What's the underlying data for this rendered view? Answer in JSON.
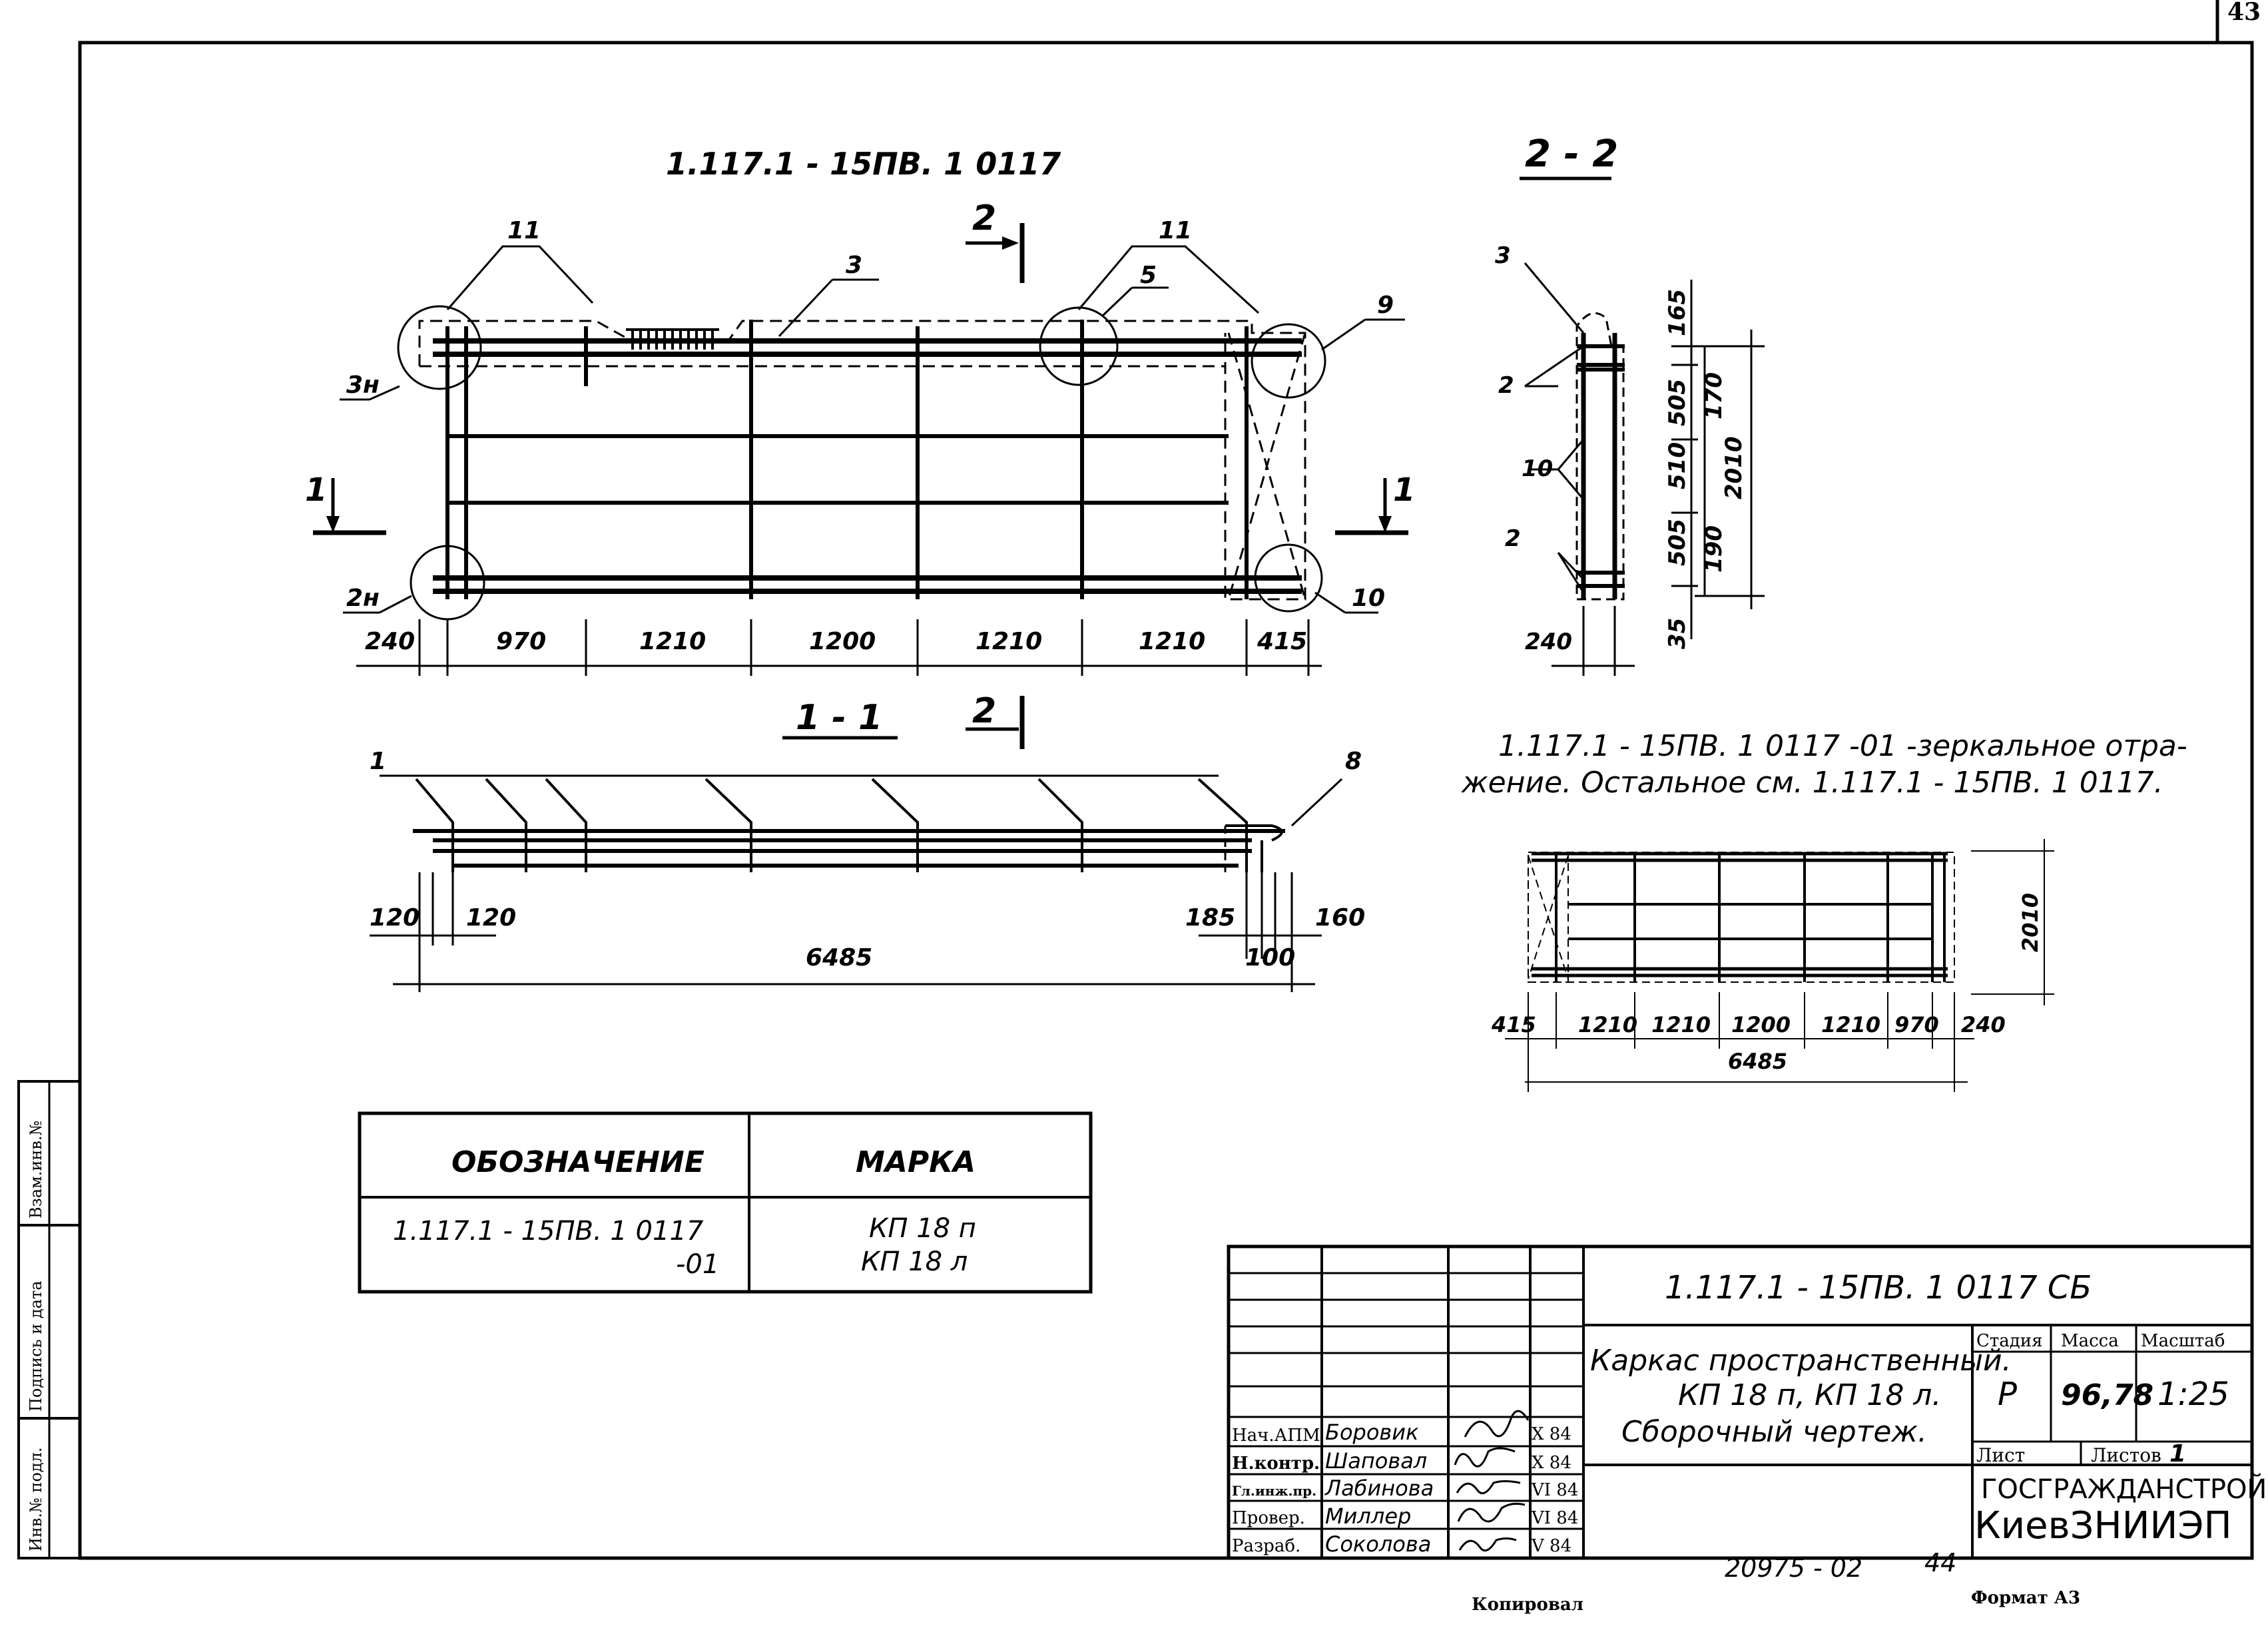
{
  "page_number": "43",
  "top_title": "1.117.1 - 15ПВ. 1 0117",
  "section_2_2_title": "2 - 2",
  "section_1_1_title": "1 - 1",
  "cut_marks": {
    "two": "2",
    "one": "1"
  },
  "plan": {
    "callouts": {
      "c11a": "11",
      "c11b": "11",
      "c3": "3",
      "c5": "5",
      "c9": "9",
      "c3n": "3н",
      "c2n": "2н",
      "c10": "10"
    },
    "dims": [
      "240",
      "970",
      "1210",
      "1200",
      "1210",
      "1210",
      "415"
    ]
  },
  "elevation": {
    "callouts": {
      "c1": "1",
      "c8": "8"
    },
    "dims": {
      "d120a": "120",
      "d120b": "120",
      "d185": "185",
      "d160": "160",
      "d100": "100",
      "total": "6485"
    }
  },
  "section2": {
    "callouts": {
      "c3": "3",
      "c2a": "2",
      "c10": "10",
      "c2b": "2"
    },
    "dims": {
      "d165": "165",
      "d505a": "505",
      "d170": "170",
      "d510": "510",
      "d2010": "2010",
      "d505b": "505",
      "d190": "190",
      "d35": "35",
      "d240": "240"
    }
  },
  "mirror_note": {
    "line1": "1.117.1 - 15ПВ. 1 0117 -01  -зеркальное отра-",
    "line2": "жение. Остальное см. 1.117.1 - 15ПВ. 1 0117."
  },
  "mirror_plan": {
    "dims": [
      "415",
      "1210",
      "1210",
      "1200",
      "1210",
      "970",
      "240"
    ],
    "total": "6485",
    "height": "2010"
  },
  "table": {
    "headers": [
      "ОБОЗНАЧЕНИЕ",
      "МАРКА"
    ],
    "designation_line1": "1.117.1 - 15ПВ. 1 0117",
    "designation_line2": "-01",
    "mark_line1": "КП 18 п",
    "mark_line2": "КП 18 л"
  },
  "title_block": {
    "code": "1.117.1  - 15ПВ.  1  0117    СБ",
    "name_line1": "Каркас пространственный.",
    "name_line2": "КП 18 п,  КП 18 л.",
    "name_line3": "Сборочный    чертеж.",
    "stage_label": "Стадия",
    "mass_label": "Масса",
    "scale_label": "Масштаб",
    "stage": "Р",
    "mass": "96,78",
    "scale": "1:25",
    "sheet_label": "Лист",
    "sheets_label": "Листов",
    "sheets": "1",
    "org1": "ГОСГРАЖДАНСТРОЙ",
    "org2": "КиевЗНИИЭП",
    "people": [
      {
        "role": "Нач.АПМ",
        "name": "Боровик",
        "date": "X 84"
      },
      {
        "role": "Н.контр.",
        "name": "Шаповал",
        "date": "X 84"
      },
      {
        "role": "Гл.инж.пр.",
        "name": "Лабинова",
        "date": "VI 84"
      },
      {
        "role": "Провер.",
        "name": "Миллер",
        "date": "VI 84"
      },
      {
        "role": "Разраб.",
        "name": "Соколова",
        "date": "V 84"
      }
    ]
  },
  "side_stamp": [
    "Взам.инв.№",
    "Подпись и дата",
    "Инв.№ подл."
  ],
  "bottom": {
    "archive_number": "20975 - 02",
    "archive_sheet": "44",
    "copied": "Копировал",
    "format": "Формат А3"
  }
}
